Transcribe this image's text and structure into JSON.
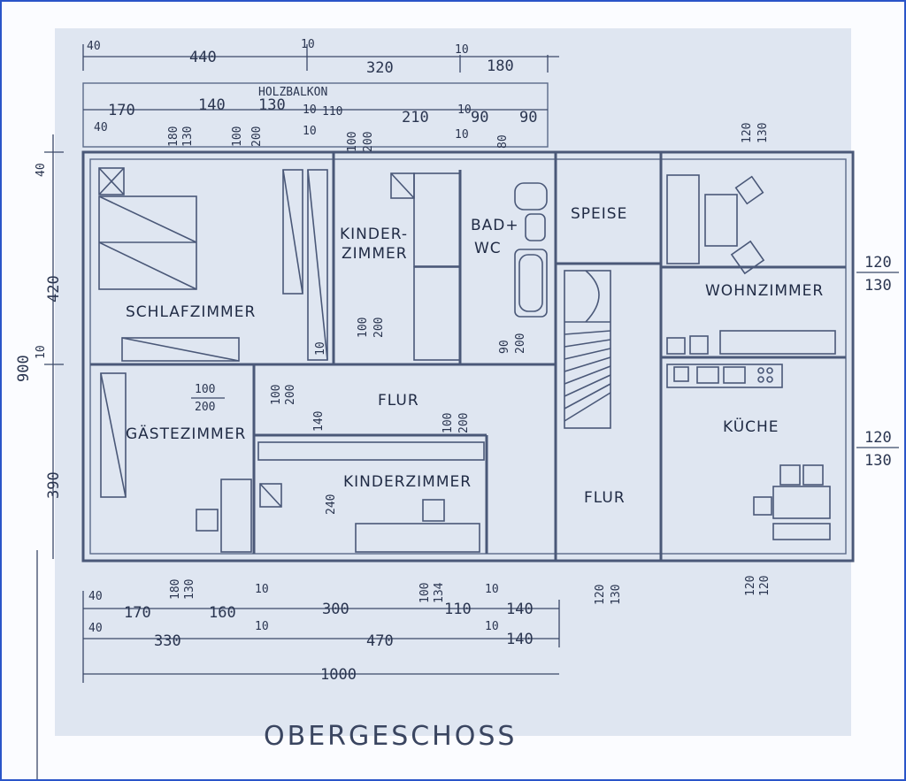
{
  "title": "OBERGESCHOSS",
  "rooms": {
    "schlafzimmer": "SCHLAFZIMMER",
    "kinderzimmer_top": "KINDER-\nZIMMER",
    "kinderzimmer_top_l1": "KINDER-",
    "kinderzimmer_top_l2": "ZIMMER",
    "bad_l1": "BAD+",
    "bad_l2": "WC",
    "speise": "SPEISE",
    "wohnzimmer": "WOHNZIMMER",
    "gaestezimmer": "GÄSTEZIMMER",
    "flur_center": "FLUR",
    "kinderzimmer_bottom": "KINDERZIMMER",
    "kueche": "KÜCHE",
    "flur_right": "FLUR",
    "balkon": "HOLZBALKON"
  },
  "dimensions": {
    "top_row1": [
      "40",
      "440",
      "10",
      "320",
      "10",
      "180"
    ],
    "top_row2": [
      "170",
      "140",
      "130",
      "10",
      "110",
      "210",
      "10",
      "90",
      "90"
    ],
    "top_row2_sub": [
      "40",
      "10",
      "10"
    ],
    "window_labels": [
      "180",
      "130",
      "100",
      "200",
      "100",
      "200",
      "80",
      "120",
      "130"
    ],
    "left_side": [
      "40",
      "420",
      "10",
      "900",
      "390"
    ],
    "door_labels": [
      "100",
      "200",
      "100",
      "200",
      "100",
      "200",
      "10",
      "140",
      "240",
      "90",
      "200",
      "100",
      "200"
    ],
    "right_side": [
      "120",
      "130",
      "120",
      "130"
    ],
    "bottom_row1": [
      "40",
      "170",
      "180",
      "130",
      "160",
      "10",
      "300",
      "110",
      "10",
      "140"
    ],
    "bottom_row1_sub": [
      "100",
      "134",
      "120",
      "130",
      "120",
      "120"
    ],
    "bottom_row2": [
      "40",
      "330",
      "10",
      "470",
      "10",
      "140"
    ],
    "bottom_total": "1000"
  },
  "colors": {
    "frame": "#2a55c8",
    "ink": "#1f2a44",
    "paper": "#fbfcff"
  }
}
